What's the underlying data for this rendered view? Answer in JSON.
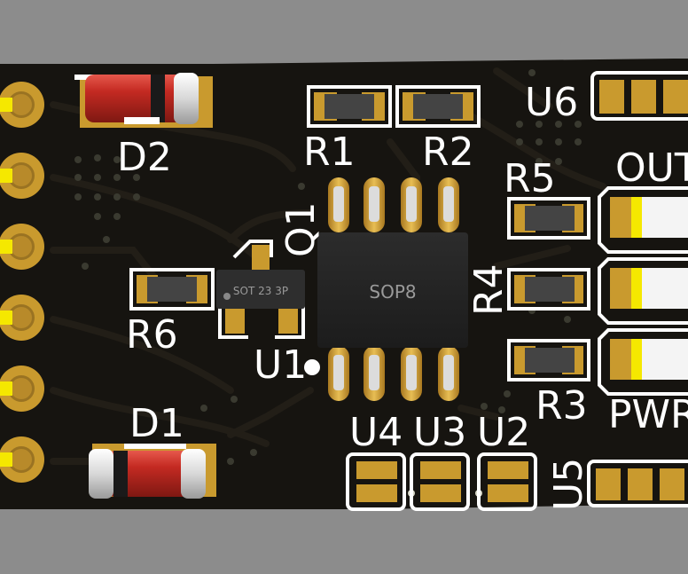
{
  "board": {
    "colors": {
      "background": "#8c8c8c",
      "pcb": "#161410",
      "pad_gold": "#c99a2e",
      "silkscreen": "#ffffff",
      "diode_body": "#c42a22",
      "led_pad": "#f5e800"
    },
    "labels": {
      "d2": "D2",
      "d1": "D1",
      "r1": "R1",
      "r2": "R2",
      "r3": "R3",
      "r4": "R4",
      "r5": "R5",
      "r6": "R6",
      "q1": "Q1",
      "u1": "U1",
      "u2": "U2",
      "u3": "U3",
      "u4": "U4",
      "u5": "U5",
      "u6": "U6",
      "out": "OUT",
      "pwr": "PWR"
    },
    "chips": {
      "main_ic": "SOP8",
      "transistor": "SOT 23 3P"
    }
  }
}
